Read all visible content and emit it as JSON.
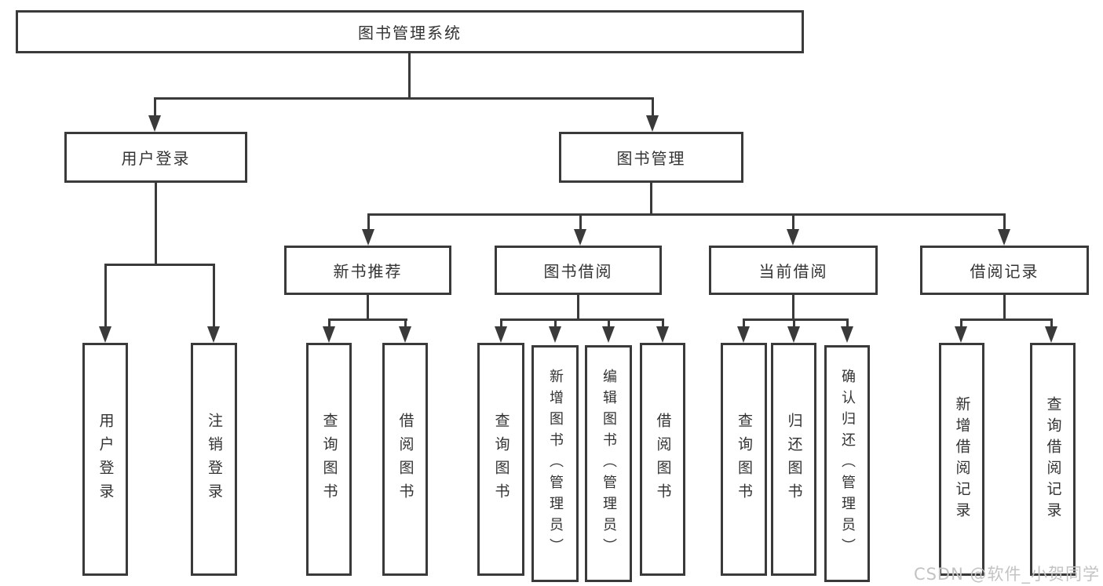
{
  "title": "图书管理系统",
  "tree": {
    "root": "图书管理系统",
    "children": [
      {
        "label": "用户登录",
        "children": [
          {
            "label": "用户登录"
          },
          {
            "label": "注销登录"
          }
        ]
      },
      {
        "label": "图书管理",
        "children": [
          {
            "label": "新书推荐",
            "children": [
              {
                "label": "查询图书"
              },
              {
                "label": "借阅图书"
              }
            ]
          },
          {
            "label": "图书借阅",
            "children": [
              {
                "label": "查询图书"
              },
              {
                "label": "新增图书（管理员）"
              },
              {
                "label": "编辑图书（管理员）"
              },
              {
                "label": "借阅图书"
              }
            ]
          },
          {
            "label": "当前借阅",
            "children": [
              {
                "label": "查询图书"
              },
              {
                "label": "归还图书"
              },
              {
                "label": "确认归还（管理员）"
              }
            ]
          },
          {
            "label": "借阅记录",
            "children": [
              {
                "label": "新增借阅记录"
              },
              {
                "label": "查询借阅记录"
              }
            ]
          }
        ]
      }
    ]
  },
  "watermark": "CSDN @软件_小贺同学",
  "colors": {
    "line": "#3a3a3a",
    "text": "#333333",
    "background": "#ffffff",
    "watermark": "#c3c3c3"
  }
}
